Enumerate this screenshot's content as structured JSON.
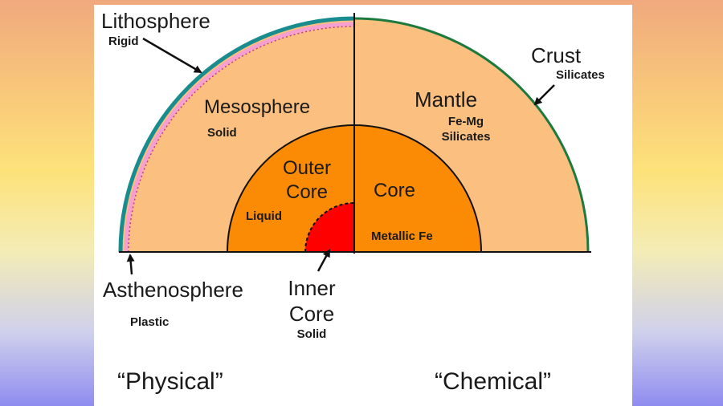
{
  "physical": {
    "lithosphere": {
      "name": "Lithosphere",
      "property": "Rigid"
    },
    "mesosphere": {
      "name": "Mesosphere",
      "property": "Solid"
    },
    "outer_core": {
      "name_line1": "Outer",
      "name_line2": "Core",
      "property": "Liquid"
    },
    "inner_core": {
      "name_line1": "Inner",
      "name_line2": "Core",
      "property": "Solid"
    },
    "asthenosphere": {
      "name": "Asthenosphere",
      "property": "Plastic"
    },
    "caption": "“Physical”"
  },
  "chemical": {
    "crust": {
      "name": "Crust",
      "property": "Silicates"
    },
    "mantle": {
      "name": "Mantle",
      "property_line1": "Fe-Mg",
      "property_line2": "Silicates"
    },
    "core": {
      "name": "Core",
      "property": "Metallic Fe"
    },
    "caption": "“Chemical”"
  },
  "colors": {
    "mantle": "#fbbf7f",
    "core": "#fb8a04",
    "inner_core": "#fe0000",
    "lithosphere": "#188c8e",
    "asthenosphere": "#f5a0d0",
    "crust": "#1d7a3e"
  }
}
